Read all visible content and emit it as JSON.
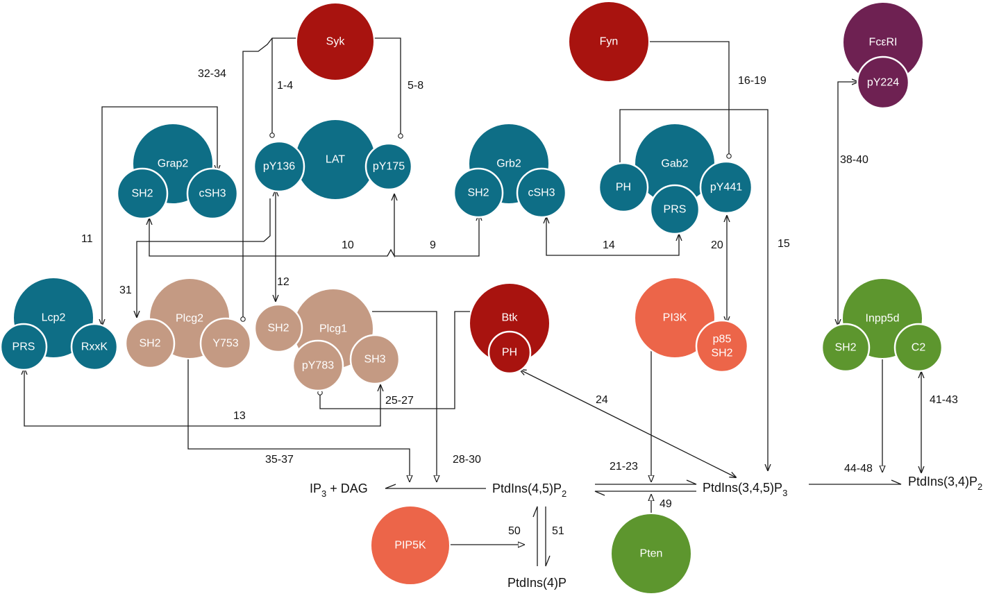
{
  "colors": {
    "kinase_red": "#a8130f",
    "dark_red": "#a8130f",
    "teal": "#0e6e86",
    "tan": "#c49a83",
    "salmon": "#ec6549",
    "green": "#5d962e",
    "purple": "#6e2152",
    "line": "#1a1a1a"
  },
  "nodes": {
    "syk": "Syk",
    "fyn": "Fyn",
    "fceri": "FcεRI",
    "fceri_py224": "pY224",
    "lat": "LAT",
    "lat_py136": "pY136",
    "lat_py175": "pY175",
    "grap2": "Grap2",
    "grap2_sh2": "SH2",
    "grap2_csh3": "cSH3",
    "grb2": "Grb2",
    "grb2_sh2": "SH2",
    "grb2_csh3": "cSH3",
    "gab2": "Gab2",
    "gab2_ph": "PH",
    "gab2_prs": "PRS",
    "gab2_py441": "pY441",
    "lcp2": "Lcp2",
    "lcp2_prs": "PRS",
    "lcp2_rxxk": "RxxK",
    "plcg2": "Plcg2",
    "plcg2_sh2": "SH2",
    "plcg2_y753": "Y753",
    "plcg1": "Plcg1",
    "plcg1_sh2": "SH2",
    "plcg1_py783": "pY783",
    "plcg1_sh3": "SH3",
    "btk": "Btk",
    "btk_ph": "PH",
    "pi3k": "PI3K",
    "pi3k_p85": "p85",
    "pi3k_sh2": "SH2",
    "inpp5d": "Inpp5d",
    "inpp5d_sh2": "SH2",
    "inpp5d_c2": "C2",
    "pip5k": "PIP5K",
    "pten": "Pten"
  },
  "species": {
    "ip3": {
      "main": "IP",
      "sub": "3",
      "tail": " + DAG"
    },
    "pip2": {
      "main": "PtdIns(4,5)P",
      "sub": "2"
    },
    "pip3": {
      "main": "PtdIns(3,4,5)P",
      "sub": "3"
    },
    "pi34p2": {
      "main": "PtdIns(3,4)P",
      "sub": "2"
    },
    "pi4p": "PtdIns(4)P"
  },
  "reactions": {
    "r32_34": "32-34",
    "r1_4": "1-4",
    "r5_8": "5-8",
    "r16_19": "16-19",
    "r38_40": "38-40",
    "r11": "11",
    "r10": "10",
    "r9": "9",
    "r14": "14",
    "r20": "20",
    "r15": "15",
    "r31": "31",
    "r12": "12",
    "r13": "13",
    "r25_27": "25-27",
    "r24": "24",
    "r35_37": "35-37",
    "r28_30": "28-30",
    "r21_23": "21-23",
    "r44_48": "44-48",
    "r41_43": "41-43",
    "r49": "49",
    "r50": "50",
    "r51": "51"
  }
}
